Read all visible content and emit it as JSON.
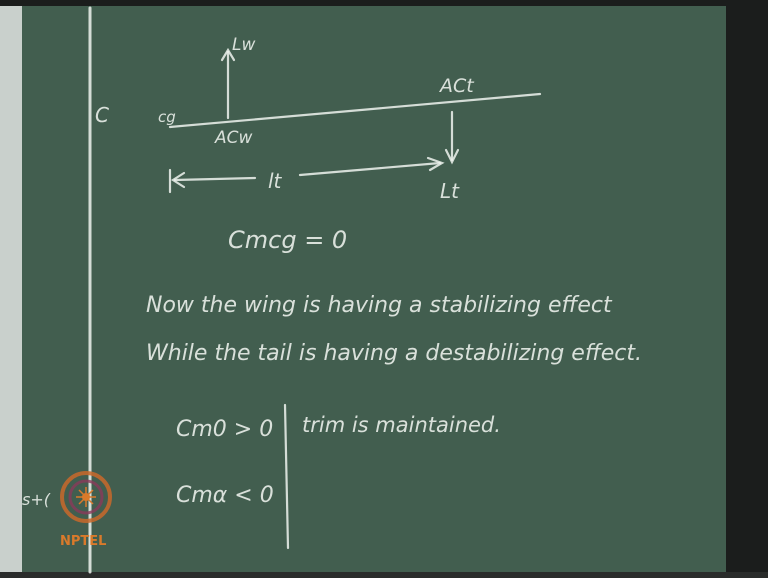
{
  "scene": {
    "board_color": "#3f5b4c",
    "frame_color": "#1b1d1c",
    "edge_strip_color": "#c9d0cc",
    "chalk_color": "#eef3ee"
  },
  "diagram": {
    "lift_wing_label": "Lw",
    "ac_tail_label": "ACt",
    "cg_label": "cg",
    "ac_wing_label": "ACw",
    "lt_label": "lt",
    "lift_tail_label": "Lt"
  },
  "text": {
    "cm_cg": "Cmcg = 0",
    "line1": "Now the wing is having a stabilizing effect",
    "line2": "While the tail is having a destabilizing effect.",
    "cm0": "Cm0 > 0",
    "cm_alpha": "Cmα < 0",
    "trim_note": "trim is maintained.",
    "left_edge_c": "C",
    "partial_left": "s+(",
    "logo": "NPTEL"
  },
  "icons": {
    "logo": "nptel-logo-icon"
  }
}
